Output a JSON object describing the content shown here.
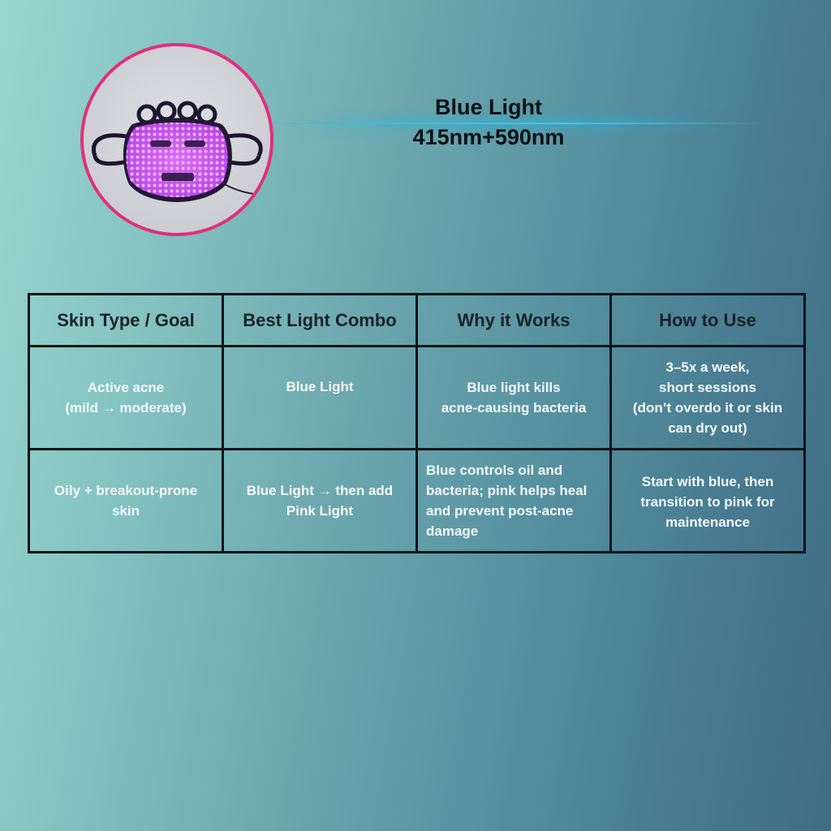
{
  "header": {
    "title": "Blue Light",
    "wavelength": "415nm+590nm"
  },
  "image": {
    "icon": "led-face-mask-icon",
    "border_color": "#e0307a",
    "led_color": "#c85cf0"
  },
  "colors": {
    "beam": "#26c3ee",
    "table_border": "#0f1416",
    "cell_text": "#f3f8f9"
  },
  "table": {
    "headers": [
      "Skin Type / Goal",
      "Best Light Combo",
      "Why it Works",
      "How to Use"
    ],
    "rows": [
      [
        "Active acne\n(mild → moderate)",
        "Blue Light",
        "Blue light kills\nacne-causing bacteria",
        "3–5x a week,\nshort sessions\n(don’t overdo it or skin\ncan dry out)"
      ],
      [
        "Oily + breakout-prone\nskin",
        "Blue Light → then add\nPink Light",
        "Blue controls oil  and\nbacteria; pink helps heal\nand prevent post-acne\ndamage",
        "Start with blue, then\ntransition to pink for\nmaintenance"
      ]
    ]
  }
}
